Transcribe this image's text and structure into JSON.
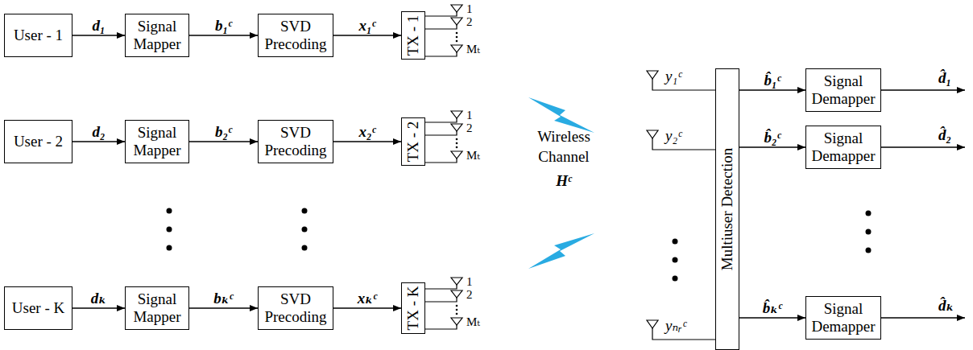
{
  "diagram": {
    "nodes": [
      {
        "text": [
          "User - 1"
        ]
      },
      {
        "text": [
          "Signal Mapper"
        ]
      },
      {
        "text": [
          "SVD Precoding"
        ]
      },
      {
        "text": [
          "TX - 1"
        ]
      },
      {
        "text": [
          "User - 2"
        ]
      },
      {
        "text": [
          "Signal Mapper"
        ]
      },
      {
        "text": [
          "SVD Precoding"
        ]
      },
      {
        "text": [
          "TX - 2"
        ]
      },
      {
        "text": [
          "User - K"
        ]
      },
      {
        "text": [
          "Signal Mapper"
        ]
      },
      {
        "text": [
          "SVD Precoding"
        ]
      },
      {
        "text": [
          "TX - K"
        ]
      },
      {
        "text": [
          "Multiuser Detection"
        ]
      },
      {
        "text": [
          "Signal Demapper"
        ]
      },
      {
        "text": [
          "Signal Demapper"
        ]
      },
      {
        "text": [
          "Signal Demapper"
        ]
      }
    ],
    "edges": [
      {
        "from": 0,
        "to": 1,
        "arrow": "to",
        "label": "d₁"
      },
      {
        "from": 1,
        "to": 2,
        "arrow": "to",
        "label": "b₁ᶜ"
      },
      {
        "from": 2,
        "to": 3,
        "arrow": "to",
        "label": "x₁ᶜ"
      },
      {
        "from": 4,
        "to": 5,
        "arrow": "to",
        "label": "d₂"
      },
      {
        "from": 5,
        "to": 6,
        "arrow": "to",
        "label": "b₂ᶜ"
      },
      {
        "from": 6,
        "to": 7,
        "arrow": "to",
        "label": "x₂ᶜ"
      },
      {
        "from": 8,
        "to": 9,
        "arrow": "to",
        "label": "dₖ"
      },
      {
        "from": 9,
        "to": 10,
        "arrow": "to",
        "label": "bₖᶜ"
      },
      {
        "from": 10,
        "to": 11,
        "arrow": "to",
        "label": "xₖᶜ"
      },
      {
        "from": 12,
        "to": 13,
        "arrow": "to",
        "label": "b̂₁ᶜ"
      },
      {
        "from": 12,
        "to": 14,
        "arrow": "to",
        "label": "b̂₂ᶜ"
      },
      {
        "from": 12,
        "to": 15,
        "arrow": "to",
        "label": "b̂ₖᶜ"
      }
    ],
    "labels": [
      "1",
      "2",
      "Mₜ",
      "1",
      "2",
      "Mₜ",
      "1",
      "2",
      "Mₜ",
      "Wireless Channel",
      "Hᶜ",
      "y₁ᶜ",
      "y₂ᶜ",
      "yₙᵣᶜ",
      "d̂₁",
      "d̂₂",
      "d̂ₖ"
    ]
  }
}
